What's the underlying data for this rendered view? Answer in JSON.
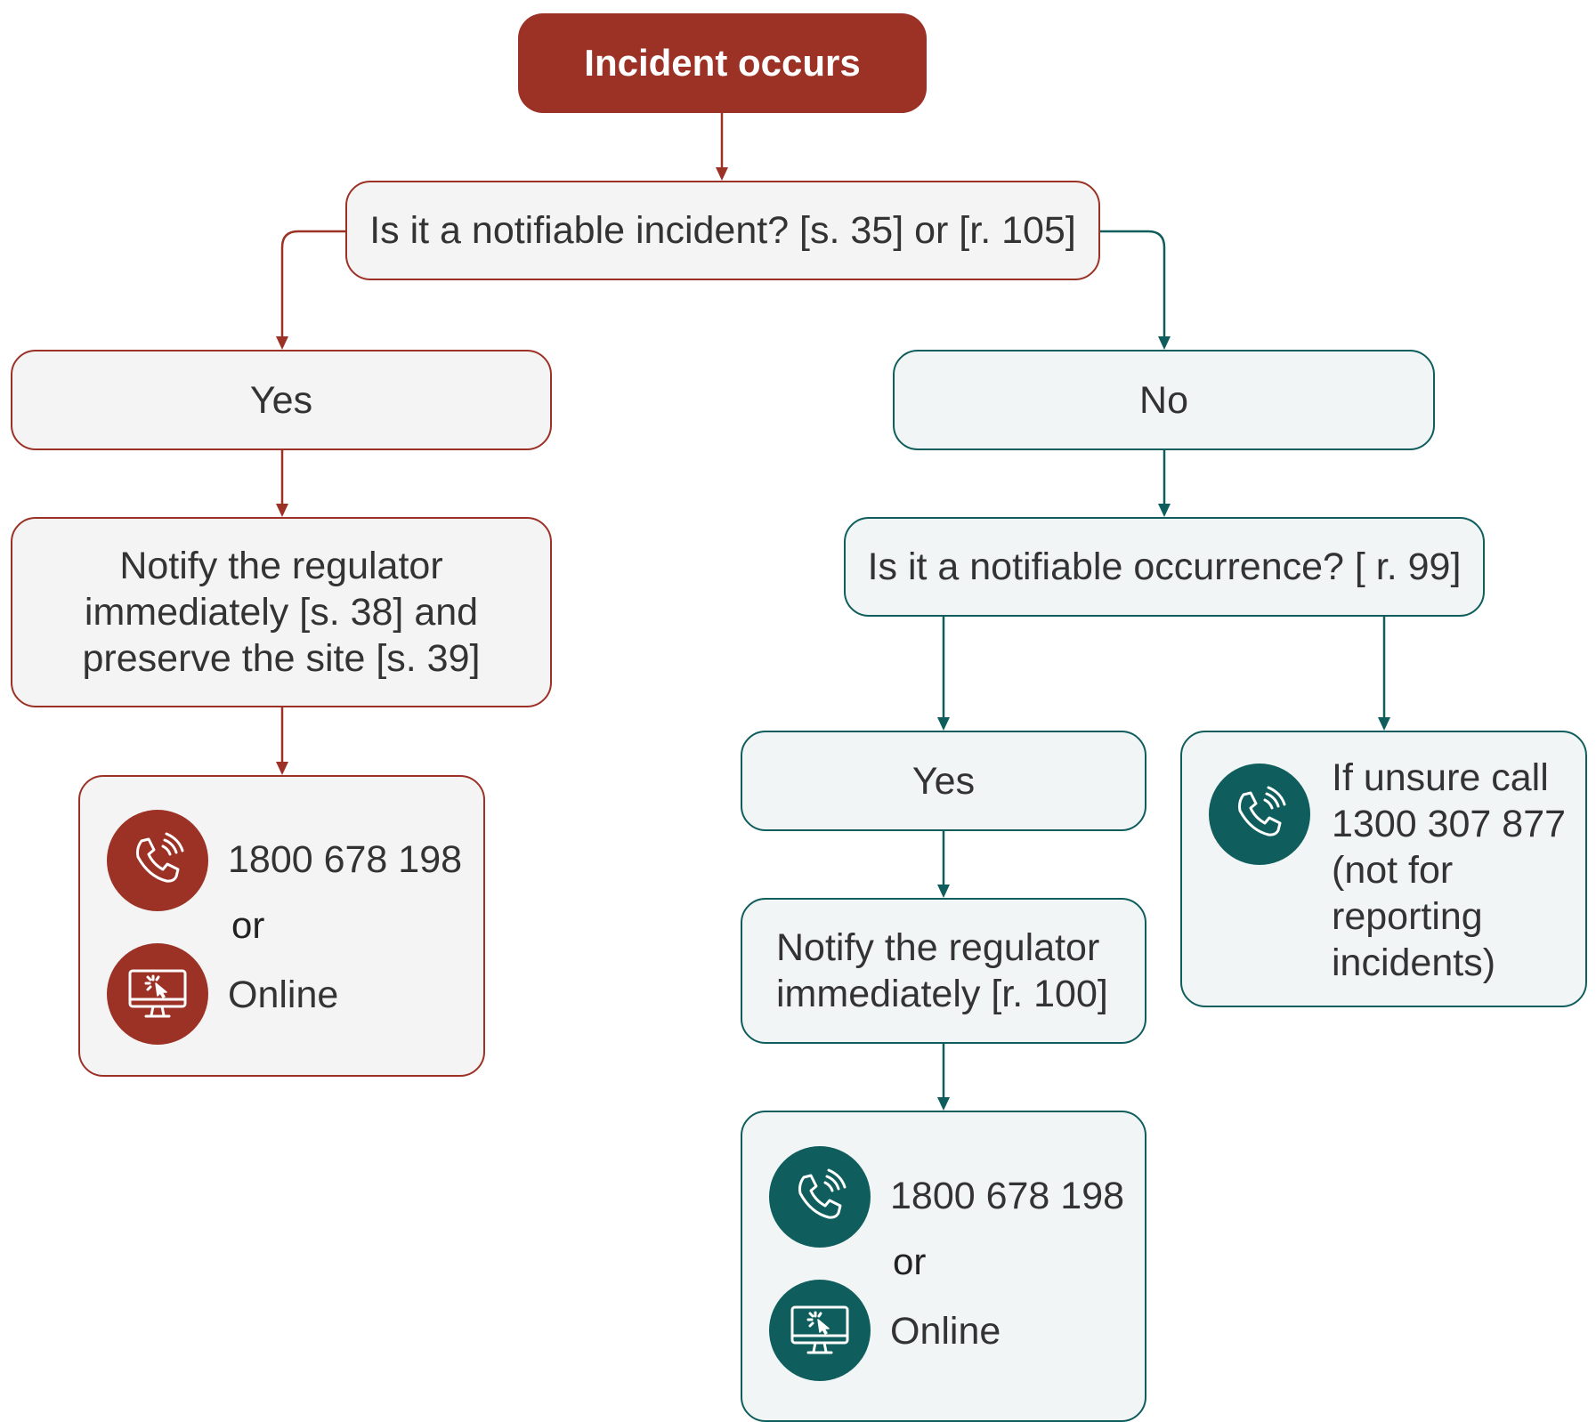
{
  "start": "Incident occurs",
  "question_incident": "Is it a notifiable incident? [s. 35] or [r. 105]",
  "left": {
    "yes": "Yes",
    "notify": [
      "Notify the regulator",
      "immediately [s. 38] and",
      "preserve the site [s. 39]"
    ],
    "contact": {
      "phone": "1800 678 198",
      "or": "or",
      "online": "Online"
    }
  },
  "right": {
    "no": "No",
    "question_occurrence": "Is it a notifiable occurrence? [ r. 99]",
    "yes": "Yes",
    "notify": [
      "Notify the regulator",
      "immediately [r. 100]"
    ],
    "contact": {
      "phone": "1800 678 198",
      "or": "or",
      "online": "Online"
    },
    "unsure": [
      "If unsure call",
      "1300 307 877",
      "(not for",
      "reporting",
      "incidents)"
    ]
  },
  "colors": {
    "red": "#9c3126",
    "teal": "#0f5e5d",
    "box_fill": "#f4f4f4"
  },
  "icons": [
    "phone-icon",
    "computer-online-icon"
  ]
}
